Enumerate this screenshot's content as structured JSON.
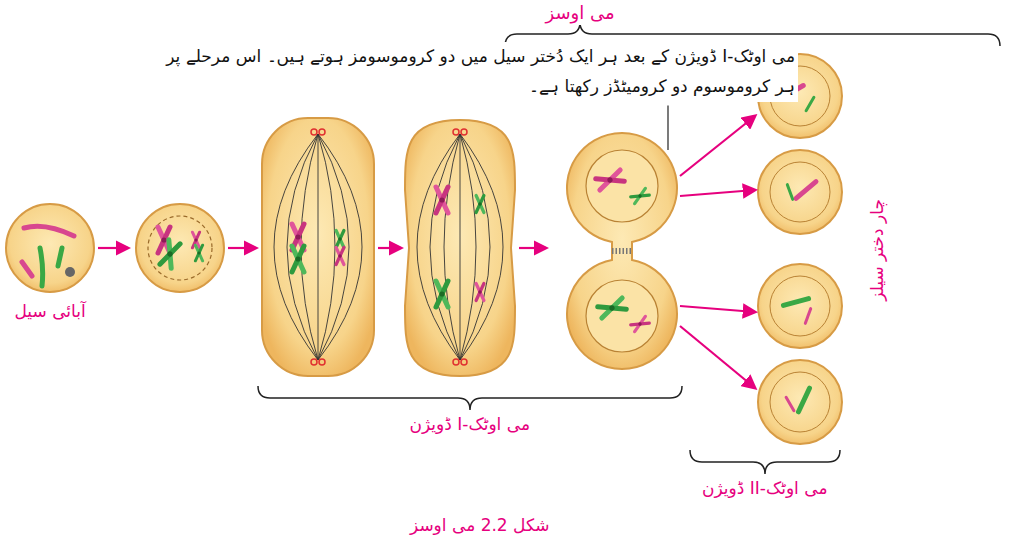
{
  "diagram": {
    "caption": "شکل 2.2 می اوسز",
    "labels": [
      "می اوسز",
      "می اوٹک-I ڈویژن کے بعد ہر ایک دُختر سیل میں دو کروموسومز ہوتے ہیں۔ اس مرحلے پر ہر کروموسوم دو کرومیٹڈز رکھتا ہے۔",
      "آبائی سیل",
      "می اوٹک-I ڈویژن",
      "می اوٹک-II ڈویژن",
      "چار دختر سیلز"
    ]
  }
}
